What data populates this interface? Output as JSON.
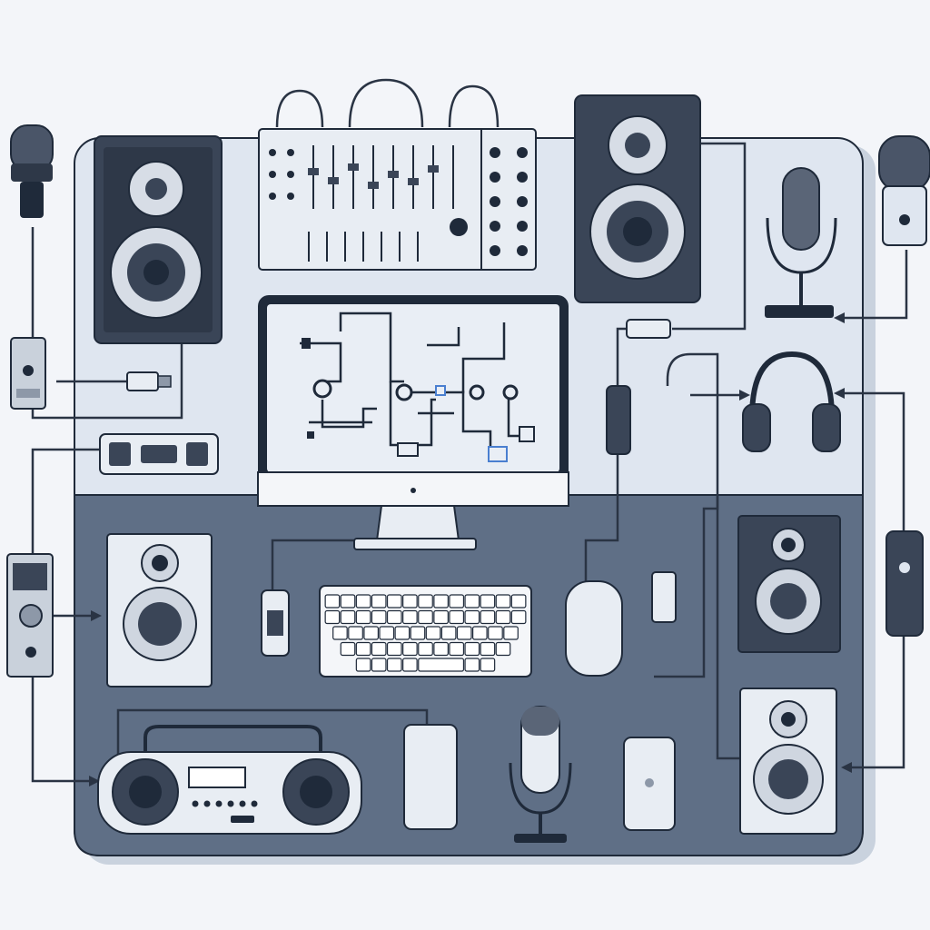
{
  "colors": {
    "background": "#f3f5f9",
    "desk_top": "#dfe6f0",
    "desk_bottom": "#5f6f86",
    "outline": "#1f2a3a",
    "speaker_dark": "#3a4557",
    "panel_light": "#e8edf3",
    "wire": "#2a3444",
    "screen_bg": "#e9eef5",
    "screen_accent": "#4a7fd0"
  },
  "devices": [
    {
      "id": "studio-monitor-left",
      "icon": "speaker-icon"
    },
    {
      "id": "studio-monitor-right",
      "icon": "speaker-icon"
    },
    {
      "id": "audio-mixer",
      "icon": "mixer-icon"
    },
    {
      "id": "desktop-monitor",
      "icon": "monitor-icon"
    },
    {
      "id": "keyboard",
      "icon": "keyboard-icon"
    },
    {
      "id": "mouse",
      "icon": "mouse-icon"
    },
    {
      "id": "headphones",
      "icon": "headphones-icon"
    },
    {
      "id": "boombox",
      "icon": "boombox-icon"
    },
    {
      "id": "condenser-microphone",
      "icon": "microphone-icon"
    },
    {
      "id": "handheld-microphone",
      "icon": "microphone-icon"
    },
    {
      "id": "usb-audio-interface",
      "icon": "audio-interface-icon"
    },
    {
      "id": "desk-speaker-left",
      "icon": "speaker-icon"
    },
    {
      "id": "desk-speaker-right",
      "icon": "speaker-icon"
    },
    {
      "id": "usb-connector",
      "icon": "usb-plug-icon"
    }
  ]
}
